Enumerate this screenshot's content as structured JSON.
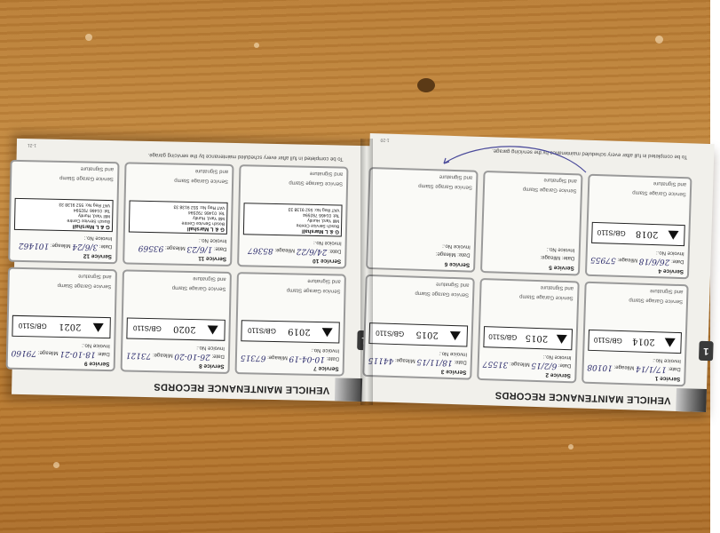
{
  "scene": {
    "colors": {
      "wood": "#b77b34",
      "paper": "#f1f0eb",
      "card_border": "#9a9a9a",
      "ink": "#2a2a6a"
    }
  },
  "left_page": {
    "header": "VEHICLE MAINTENANCE RECORDS",
    "tab_label": "1",
    "page_no": "1-21",
    "footer": "To be completed in full after every scheduled maintenance by the servicing garage.",
    "services": [
      {
        "title": "Service 7",
        "date_label": "Date:",
        "date": "10-04-19",
        "mileage_label": "Mileage:",
        "mileage": "67315",
        "invoice_label": "Invoice No.:",
        "stamp_year": "2019",
        "stamp_code": "GB/S110",
        "garage_label": "Service Garage Stamp",
        "sig_label": "and Signature"
      },
      {
        "title": "Service 8",
        "date_label": "Date:",
        "date": "26-10-20",
        "mileage_label": "Mileage:",
        "mileage": "73121",
        "invoice_label": "Invoice No.:",
        "stamp_year": "2020",
        "stamp_code": "GB/S110",
        "garage_label": "Service Garage Stamp",
        "sig_label": "and Signature"
      },
      {
        "title": "Service 9",
        "date_label": "Date:",
        "date": "18-10-21",
        "mileage_label": "Mileage:",
        "mileage": "79160",
        "invoice_label": "Invoice No.:",
        "stamp_year": "2021",
        "stamp_code": "GB/S110",
        "garage_label": "Service Garage Stamp",
        "sig_label": "and Signature"
      },
      {
        "title": "Service 10",
        "date_label": "Date:",
        "date": "24/6/22",
        "mileage_label": "Mileage:",
        "mileage": "85367",
        "invoice_label": "Invoice No.:",
        "bosch_name": "G & L Marshall",
        "bosch_line1": "Bosch Service Centre",
        "bosch_line2": "Mill Yard, Huntly",
        "bosch_line3": "Tel: 01466 792594",
        "bosch_line4": "VAT Reg No: 552 9138 33",
        "garage_label": "Service Garage Stamp",
        "sig_label": "and Signature"
      },
      {
        "title": "Service 11",
        "date_label": "Date:",
        "date": "1/6/23",
        "mileage_label": "Mileage:",
        "mileage": "93569",
        "invoice_label": "Invoice No.:",
        "bosch_name": "G & L Marshall",
        "bosch_line1": "Bosch Service Centre",
        "bosch_line2": "Mill Yard, Huntly",
        "bosch_line3": "Tel: 01466 792594",
        "bosch_line4": "VAT Reg No: 552 9138 33",
        "garage_label": "Service Garage Stamp",
        "sig_label": "and Signature"
      },
      {
        "title": "Service 12",
        "date_label": "Date:",
        "date": "3/6/24",
        "mileage_label": "Mileage:",
        "mileage": "101462",
        "invoice_label": "Invoice No.:",
        "bosch_name": "G & L Marshall",
        "bosch_line1": "Bosch Service Centre",
        "bosch_line2": "Mill Yard, Huntly",
        "bosch_line3": "Tel: 01466 792594",
        "bosch_line4": "VAT Reg No: 552 9138 33",
        "garage_label": "Service Garage Stamp",
        "sig_label": "and Signature"
      }
    ]
  },
  "right_page": {
    "header": "VEHICLE MAINTENANCE RECORDS",
    "tab_label": "1",
    "page_no": "1-20",
    "footer": "To be completed in full after every scheduled maintenance by the servicing garage.",
    "services": [
      {
        "title": "Service 1",
        "date_label": "Date:",
        "date": "17/1/14",
        "mileage_label": "Mileage:",
        "mileage": "10108",
        "invoice_label": "Invoice No.:",
        "stamp_year": "2014",
        "stamp_code": "GB/S110",
        "garage_label": "Service Garage Stamp",
        "sig_label": "and Signature"
      },
      {
        "title": "Service 2",
        "date_label": "Date:",
        "date": "6/2/15",
        "mileage_label": "Mileage:",
        "mileage": "31557",
        "invoice_label": "Invoice No.:",
        "stamp_year": "2015",
        "stamp_code": "GB/S110",
        "garage_label": "Service Garage Stamp",
        "sig_label": "and Signature"
      },
      {
        "title": "Service 3",
        "date_label": "Date:",
        "date": "18/11/15",
        "mileage_label": "Mileage:",
        "mileage": "44115",
        "invoice_label": "Invoice No.:",
        "stamp_year": "2015",
        "stamp_code": "GB/S110",
        "garage_label": "Service Garage Stamp",
        "sig_label": "and Signature"
      },
      {
        "title": "Service 4",
        "date_label": "Date:",
        "date": "26/6/18",
        "mileage_label": "Mileage:",
        "mileage": "57955",
        "invoice_label": "Invoice No.:",
        "stamp_year": "2018",
        "stamp_code": "GB/S110",
        "garage_label": "Service Garage Stamp",
        "sig_label": "and Signature"
      },
      {
        "title": "Service 5",
        "date_label": "Date:",
        "date": "",
        "mileage_label": "Mileage:",
        "mileage": "",
        "invoice_label": "Invoice No.:",
        "garage_label": "Service Garage Stamp",
        "sig_label": "and Signature"
      },
      {
        "title": "Service 6",
        "date_label": "Date:",
        "date": "",
        "mileage_label": "Mileage:",
        "mileage": "",
        "invoice_label": "Invoice No.:",
        "garage_label": "Service Garage Stamp",
        "sig_label": "and Signature"
      }
    ]
  }
}
